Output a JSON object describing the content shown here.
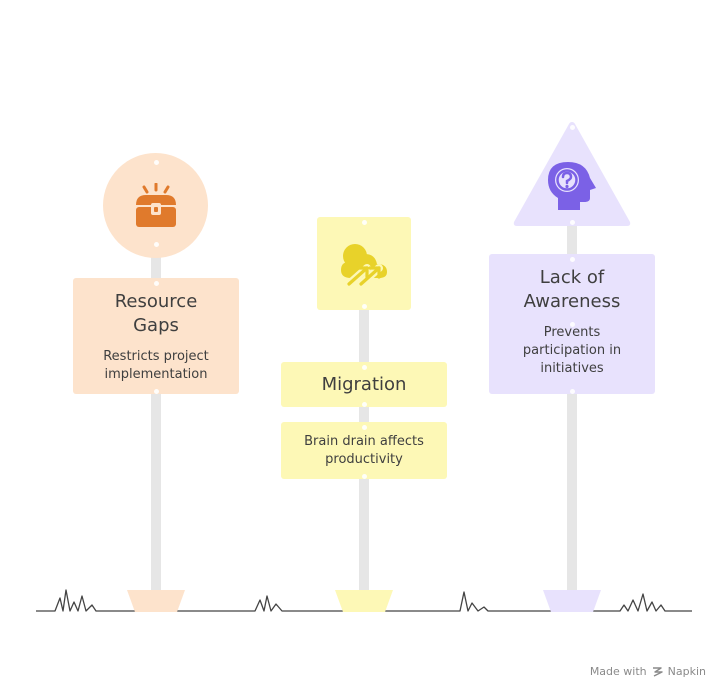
{
  "signs": [
    {
      "title": "Resource\nGaps",
      "description": "Restricts project implementation",
      "color": "#fde3cc",
      "icon": "treasure-chest-icon"
    },
    {
      "title": "Migration",
      "description": "Brain drain affects productivity",
      "color": "#fdf8b6",
      "icon": "weather-arrows-icon"
    },
    {
      "title": "Lack of\nAwareness",
      "description": "Prevents participation in initiatives",
      "color": "#e8e2fd",
      "icon": "head-question-icon"
    }
  ],
  "colors": {
    "orange": "#e07a2c",
    "yellow": "#e8d22a",
    "purple": "#7b61e6"
  },
  "watermark": {
    "prefix": "Made with",
    "brand": "Napkin"
  }
}
